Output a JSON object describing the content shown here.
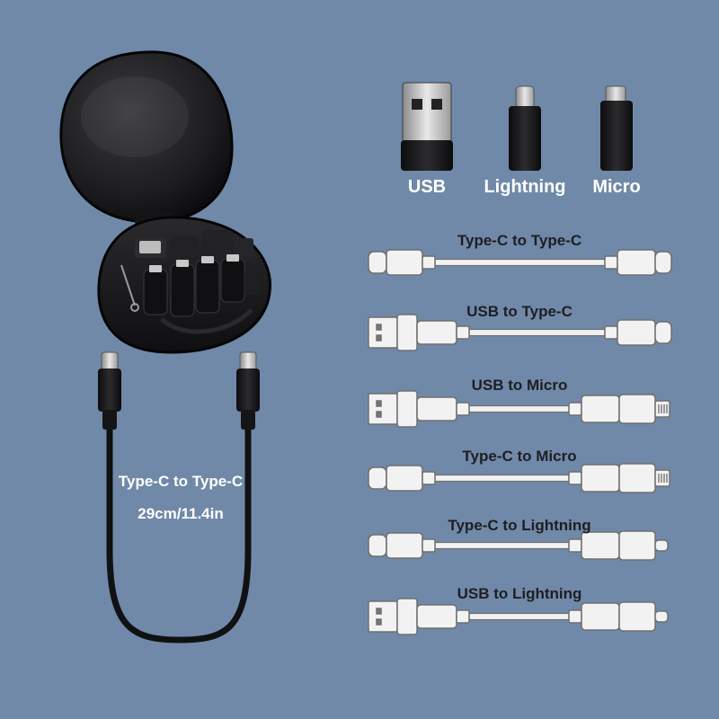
{
  "colors": {
    "background": "#7089a8",
    "cable_white": "#f2f2f2",
    "cable_outline": "#6f6f6f",
    "case_black": "#1a1a1c",
    "label_dark": "#1e1e22",
    "label_light": "#ffffff"
  },
  "adapters": [
    {
      "label": "USB",
      "icon": "usb-a-adapter-icon"
    },
    {
      "label": "Lightning",
      "icon": "lightning-adapter-icon"
    },
    {
      "label": "Micro",
      "icon": "micro-usb-adapter-icon"
    }
  ],
  "cables": [
    {
      "label": "Type-C to Type-C",
      "left": "type-c",
      "right": "type-c"
    },
    {
      "label": "USB to Type-C",
      "left": "usb",
      "right": "type-c"
    },
    {
      "label": "USB to Micro",
      "left": "usb",
      "right": "micro"
    },
    {
      "label": "Type-C to Micro",
      "left": "type-c",
      "right": "micro"
    },
    {
      "label": "Type-C to Lightning",
      "left": "type-c",
      "right": "lightning"
    },
    {
      "label": "USB to Lightning",
      "left": "usb",
      "right": "lightning"
    }
  ],
  "main_cable": {
    "title": "Type-C to Type-C",
    "length": "29cm/11.4in"
  }
}
